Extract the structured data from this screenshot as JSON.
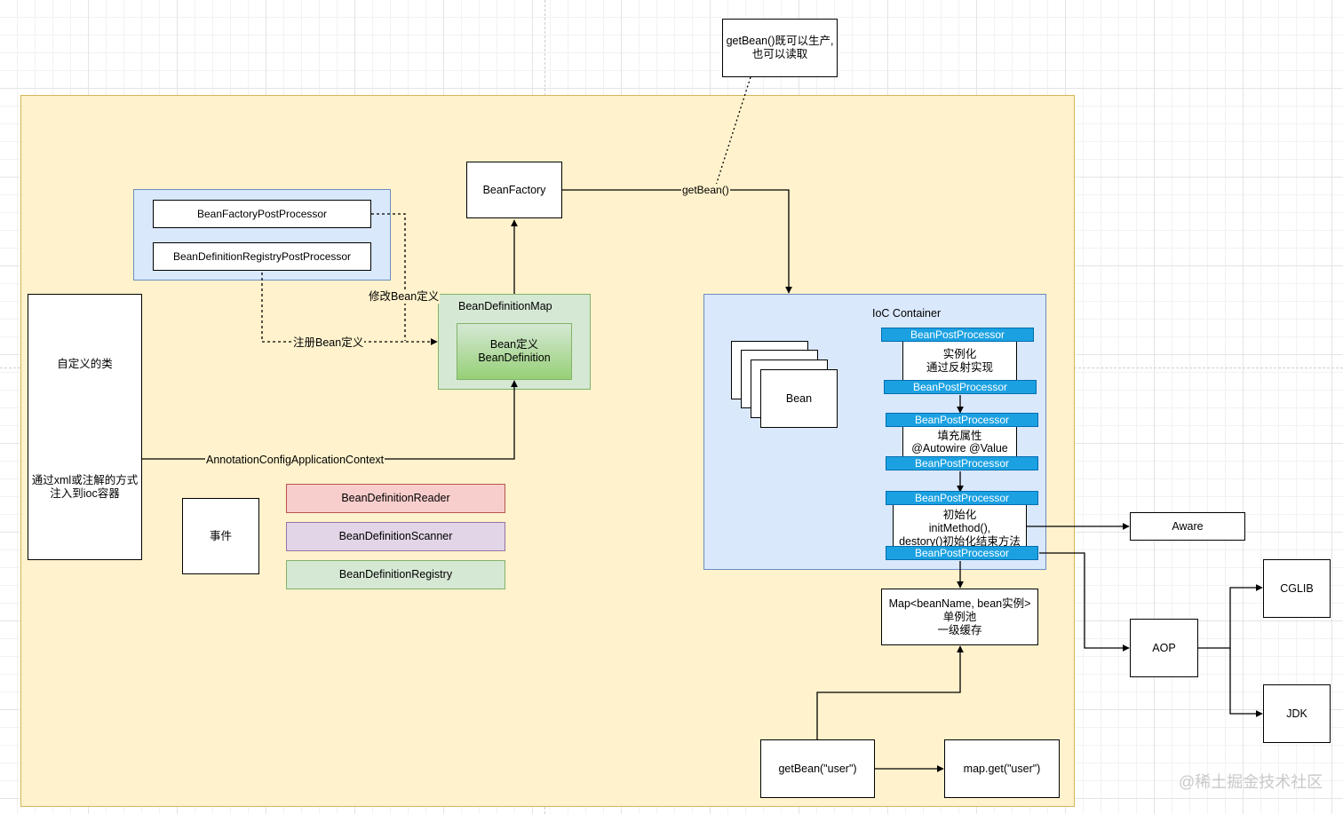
{
  "notes": {
    "getbean_note": "getBean()既可以生产,\n也可以读取"
  },
  "factory": {
    "bean_factory": "BeanFactory"
  },
  "post_processors": {
    "factory_pp": "BeanFactoryPostProcessor",
    "registry_pp": "BeanDefinitionRegistryPostProcessor"
  },
  "custom_class": {
    "title": "自定义的类",
    "desc": "通过xml或注解的方式\n注入到ioc容器"
  },
  "definition_map": {
    "title": "BeanDefinitionMap",
    "inner": "Bean定义\nBeanDefinition"
  },
  "edges": {
    "modify_def": "修改Bean定义",
    "register_def": "注册Bean定义",
    "context": "AnnotationConfigApplicationContext",
    "get_bean": "getBean()"
  },
  "event": "事件",
  "bean_def_tools": {
    "reader": "BeanDefinitionReader",
    "scanner": "BeanDefinitionScanner",
    "registry": "BeanDefinitionRegistry"
  },
  "ioc": {
    "title": "IoC Container",
    "bean": "Bean",
    "bpp": "BeanPostProcessor",
    "step1": "实例化\n通过反射实现",
    "step2": "填充属性\n@Autowire @Value",
    "step3": "初始化\ninitMethod(),\ndestory()初始化结束方法"
  },
  "singleton_map": "Map<beanName, bean实例>\n单例池\n一级缓存",
  "aware": "Aware",
  "aop": "AOP",
  "cglib": "CGLIB",
  "jdk": "JDK",
  "get_bean_user": "getBean(\"user\")",
  "map_get_user": "map.get(\"user\")",
  "watermark": "@稀土掘金技术社区",
  "colors": {
    "container_fill": "#fff2cc",
    "container_stroke": "#d6b656",
    "blue_fill": "#dae8fc",
    "blue_stroke": "#6c8ebf",
    "green_fill": "#d5e8d4",
    "green_stroke": "#82b366",
    "red_fill": "#f8cecc",
    "red_stroke": "#b85450",
    "purple_fill": "#e1d5e7",
    "purple_stroke": "#9673a6",
    "bpp_fill": "#1ba1e2"
  }
}
